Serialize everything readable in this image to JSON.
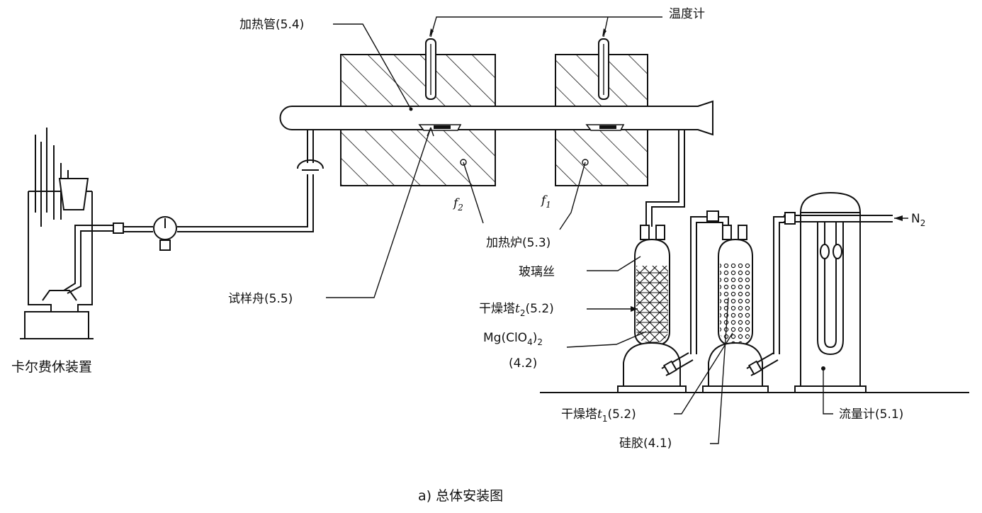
{
  "labels": {
    "thermometer": "温度计",
    "heating_tube": "加热管(5.4)",
    "karl_fischer": "卡尔费休装置",
    "furnace": "加热炉(5.3)",
    "boat": "试样舟(5.5)",
    "glass_wool": "玻璃丝",
    "tower2": "干燥塔",
    "tower2_italic": "t",
    "tower2_sub": "2",
    "tower2_ref": "(5.2)",
    "mg_base": "Mg(ClO",
    "mg_sub4": "4",
    "mg_close": ")",
    "mg_sub2": "2",
    "mg_ref": "(4.2)",
    "tower1": "干燥塔",
    "tower1_italic": "t",
    "tower1_sub": "1",
    "tower1_ref": "(5.2)",
    "silica": "硅胶(4.1)",
    "flowmeter": "流量计(5.1)",
    "n2": "N",
    "n2_sub": "2",
    "f1": "f",
    "f1_sub": "1",
    "f2": "f",
    "f2_sub": "2",
    "caption": "a) 总体安装图"
  }
}
